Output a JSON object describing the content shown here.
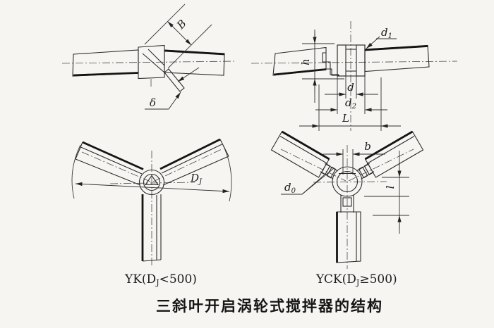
{
  "figure_title": "三斜叶开启涡轮式搅拌器的结构",
  "yk_side": {
    "blade_width_label": "B",
    "blade_thickness_label": "δ"
  },
  "yck_side": {
    "screw_dia": {
      "base": "d",
      "sub": "1"
    },
    "hub_height_label": "h",
    "bore_dia_label": "d",
    "hub_outer_dia": {
      "base": "d",
      "sub": "2"
    },
    "hub_length_label": "L"
  },
  "yk_top": {
    "impeller_dia": {
      "base": "D",
      "sub": "J"
    },
    "caption": {
      "prefix": "YK(D",
      "sub": "J",
      "suffix": "<500)"
    }
  },
  "yck_top": {
    "arm_width_label": "b",
    "bolt_dia": {
      "base": "d",
      "sub": "0"
    },
    "offset_label": "l",
    "caption": {
      "prefix": "YCK(D",
      "sub": "J",
      "suffix": "≥500)"
    }
  }
}
